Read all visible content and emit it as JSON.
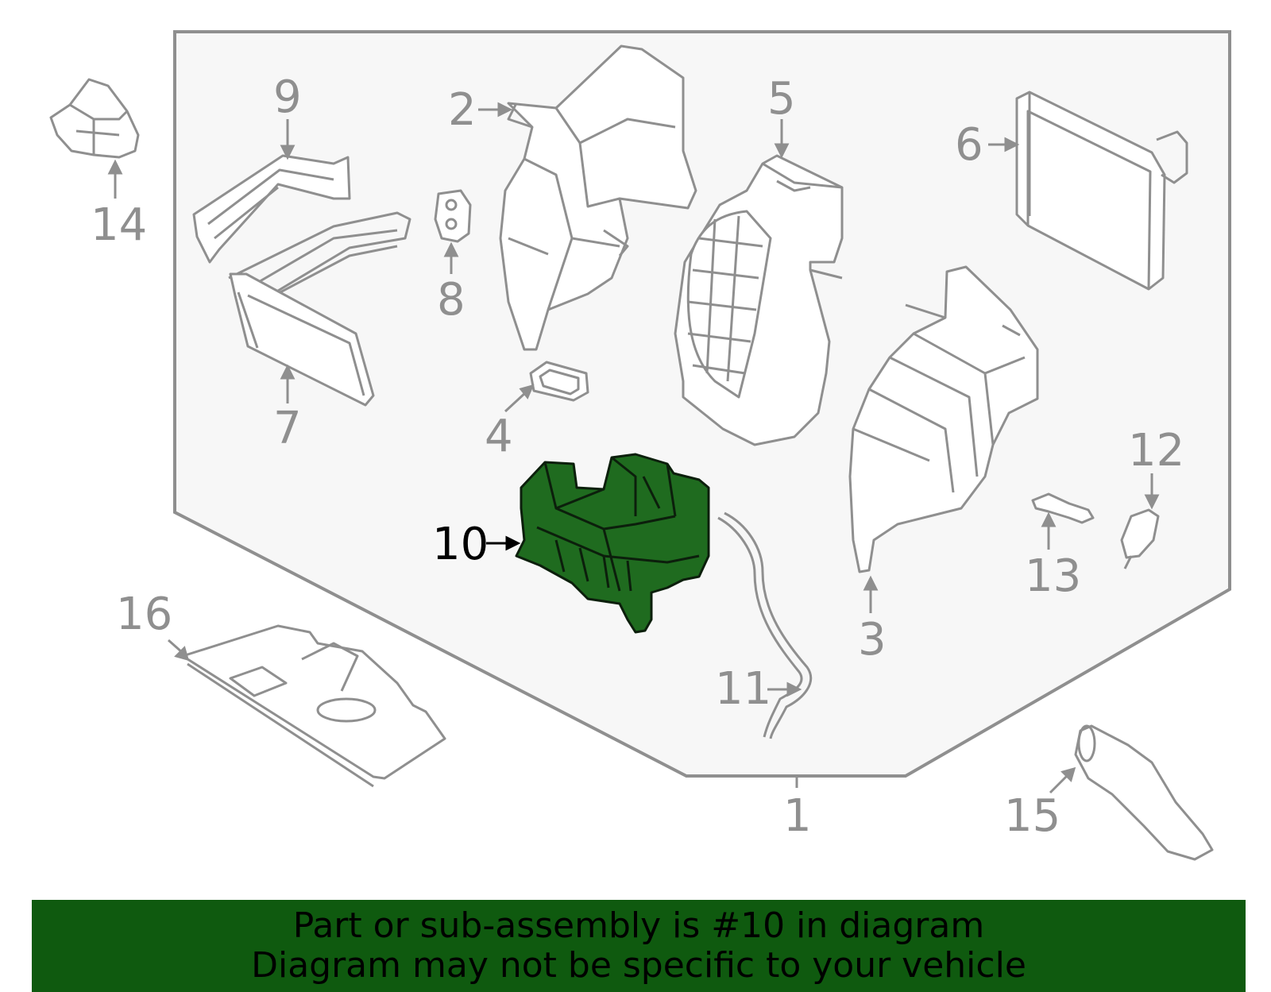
{
  "colors": {
    "line": "#8f8f8f",
    "panel": "#f7f7f7",
    "highlight": "#1f6b1f",
    "highlight_text": "#000000",
    "banner_bg": "#0f5a0f",
    "banner_text": "#000000"
  },
  "callouts": [
    {
      "id": "1",
      "label": "1"
    },
    {
      "id": "2",
      "label": "2"
    },
    {
      "id": "3",
      "label": "3"
    },
    {
      "id": "4",
      "label": "4"
    },
    {
      "id": "5",
      "label": "5"
    },
    {
      "id": "6",
      "label": "6"
    },
    {
      "id": "7",
      "label": "7"
    },
    {
      "id": "8",
      "label": "8"
    },
    {
      "id": "9",
      "label": "9"
    },
    {
      "id": "10",
      "label": "10",
      "highlighted": true
    },
    {
      "id": "11",
      "label": "11"
    },
    {
      "id": "12",
      "label": "12"
    },
    {
      "id": "13",
      "label": "13"
    },
    {
      "id": "14",
      "label": "14"
    },
    {
      "id": "15",
      "label": "15"
    },
    {
      "id": "16",
      "label": "16"
    }
  ],
  "banner": {
    "line1": "Part or sub-assembly is #10 in diagram",
    "line2": "Diagram may not be specific to your vehicle"
  }
}
